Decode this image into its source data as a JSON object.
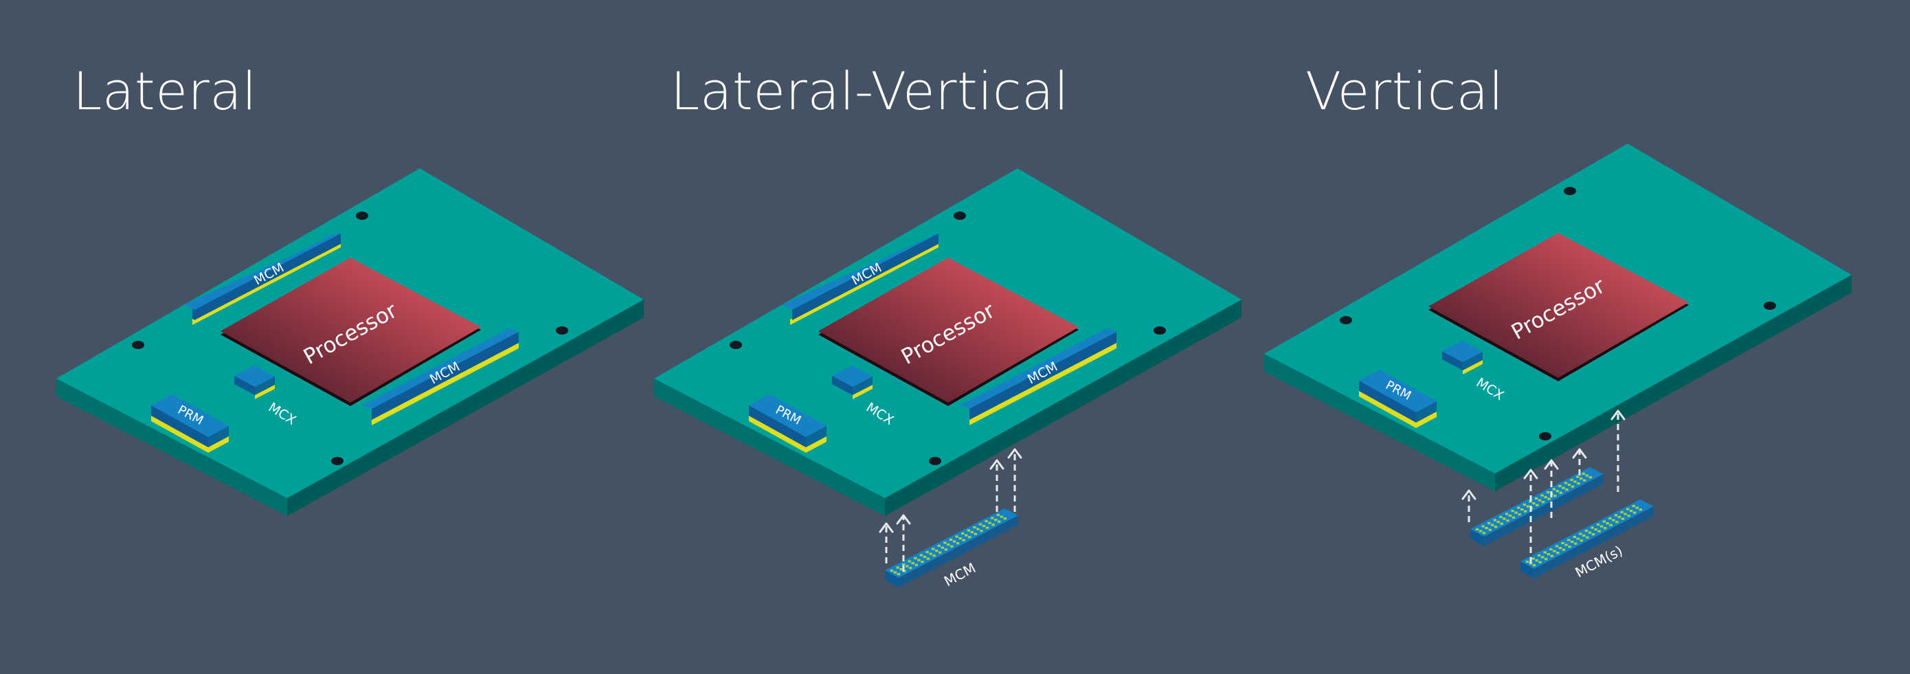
{
  "panels": [
    {
      "title": "Lateral",
      "labels": {
        "processor": "Processor",
        "mcm_top": "MCM",
        "mcm_right": "MCM",
        "mcx": "MCX",
        "prm": "PRM"
      }
    },
    {
      "title": "Lateral-Vertical",
      "labels": {
        "processor": "Processor",
        "mcm_top": "MCM",
        "mcm_right": "MCM",
        "mcx": "MCX",
        "prm": "PRM",
        "mcm_below": "MCM"
      }
    },
    {
      "title": "Vertical",
      "labels": {
        "processor": "Processor",
        "mcx": "MCX",
        "prm": "PRM",
        "mcm_below": "MCM(s)"
      }
    }
  ],
  "colors": {
    "background": "#445264",
    "board_top": "#00a09a",
    "board_side": "#00706c",
    "board_side_dark": "#005a57",
    "processor_light": "#ec5a66",
    "processor_dark": "#3e1724",
    "module_top": "#1681c4",
    "module_side": "#0d5a94",
    "module_stripe": "#dede1e",
    "pin_dot": "#a7cf3a",
    "arrow": "#e6eaee"
  }
}
